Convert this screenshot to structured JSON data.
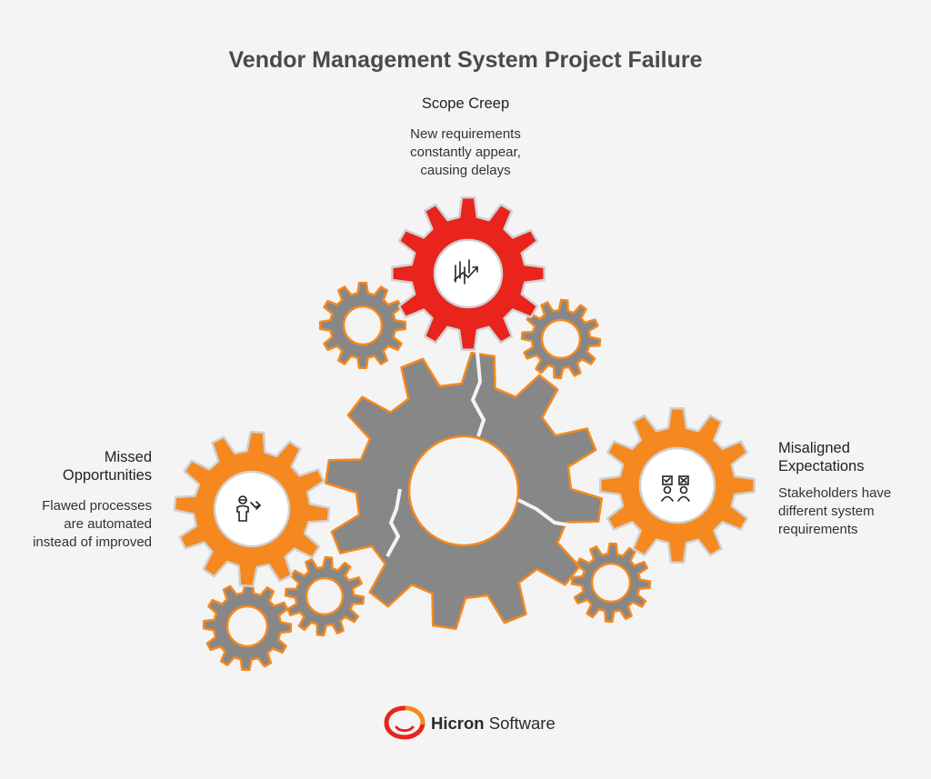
{
  "title": "Vendor Management System Project Failure",
  "sections": {
    "scope_creep": {
      "heading": "Scope Creep",
      "description_lines": [
        "New requirements",
        "constantly appear,",
        "causing delays"
      ],
      "icon": "chart-growth-icon",
      "color": "#e8241c"
    },
    "missed_opportunities": {
      "heading_lines": [
        "Missed",
        "Opportunities"
      ],
      "description_lines": [
        "Flawed processes",
        "are automated",
        "instead of improved"
      ],
      "icon": "person-down-arrow-icon",
      "color": "#f5891f"
    },
    "misaligned_expectations": {
      "heading_lines": [
        "Misaligned",
        "Expectations"
      ],
      "description_lines": [
        "Stakeholders have",
        "different system",
        "requirements"
      ],
      "icon": "two-people-check-cross-icon",
      "color": "#f5891f"
    }
  },
  "colors": {
    "gray_gear": "#878787",
    "gear_outline": "#f5891f",
    "background": "#f4f4f4"
  },
  "brand": {
    "name_bold": "Hicron",
    "name_regular": " Software",
    "logo_color": "#e8241c",
    "logo_secondary": "#f5891f"
  }
}
